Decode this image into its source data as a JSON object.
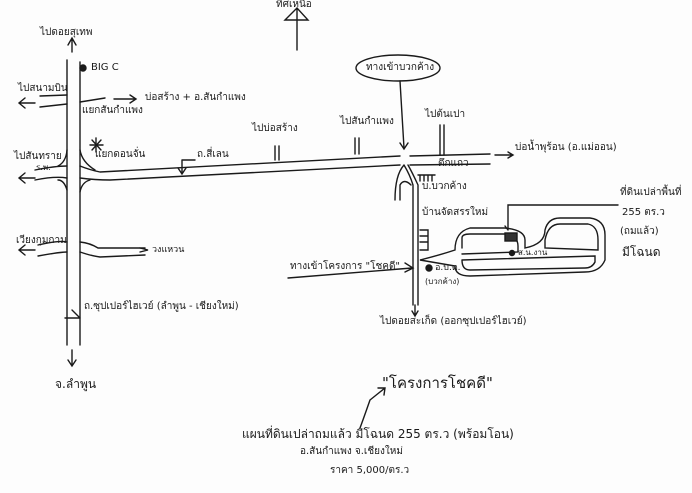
{
  "map": {
    "north_label": "ทิศเหนือ",
    "ink_color": "#1a1a1a",
    "labels": {
      "to_doi_suthep": "ไปดอยสุเทพ",
      "big_c": "BIG C",
      "to_airport": "ไปสนามบิน",
      "sankamphaeng_junction": "แยกสันกำแพง",
      "bosang_sankamphaeng": "บ่อสร้าง + อ.สันกำแพง",
      "don_chan_junction": "แยกดอนจั่น",
      "to_sansai": "ไปสันทราย",
      "hospital": "ร.พ.",
      "four_lane_road": "ถ.สี่เลน",
      "to_bosang": "ไปบ่อสร้าง",
      "to_sankamphaeng": "ไปสันกำแพง",
      "to_tonpao": "ไปต้นเปา",
      "buak_khang_entrance": "ทางเข้าบวกค้าง",
      "hot_spring": "บ่อน้ำพุร้อน (อ.แม่ออน)",
      "shophouses": "ตึกแถว",
      "ban_buak_khang": "บ.บวกค้าง",
      "new_housing": "บ้านจัดสรรใหม่",
      "vacant_land": "ที่ดินเปล่าพื้นที่",
      "land_area": "255 ตร.ว",
      "filled": "(ถมแล้ว)",
      "title_deed": "มีโฉนด",
      "office": "ส.น.งาน",
      "sao": "อ.บ.ต.",
      "sao_sub": "(บวกค้าง)",
      "project_entrance": "ทางเข้าโครงการ \"โชคดี\"",
      "to_doi_saket": "ไปดอยสะเก็ด (ออกซุปเปอร์ไฮเวย์)",
      "wiang_kum_kam": "เวียงกุมกาม",
      "ring_road": "วงแหวน",
      "superhighway": "ถ.ซุปเปอร์ไฮเวย์ (ลำพูน - เชียงใหม่)",
      "lamphun": "จ.ลำพูน"
    },
    "footer": {
      "project_name": "\"โครงการโชคดี\"",
      "description": "แผนที่ดินเปล่าถมแล้ว มีโฉนด 255 ตร.ว (พร้อมโอน)",
      "location": "อ.สันกำแพง  จ.เชียงใหม่",
      "price": "ราคา  5,000/ตร.ว"
    }
  }
}
